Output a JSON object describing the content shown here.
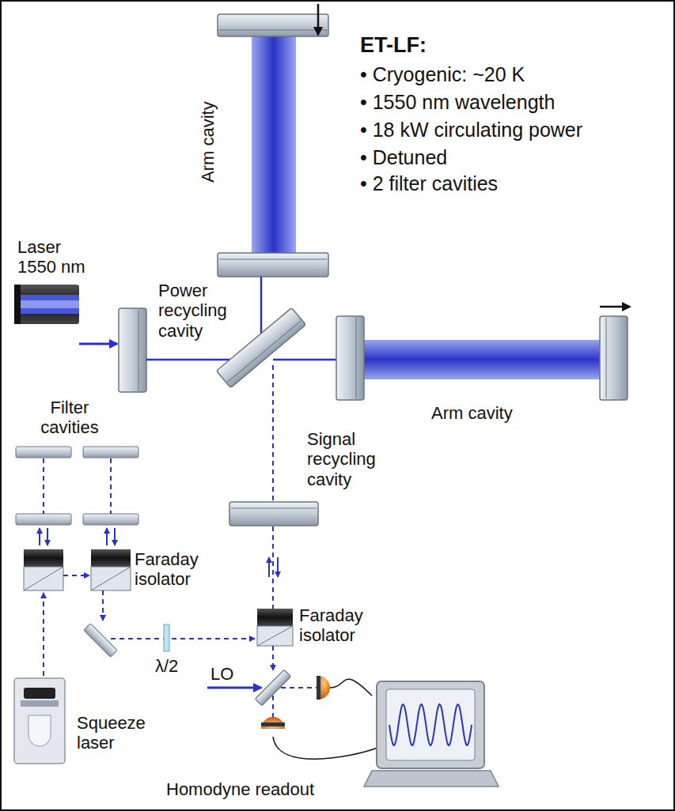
{
  "diagram": {
    "title": "ET-LF:",
    "labels": [
      "• Cryogenic: ~20 K",
      "• 1550 nm wavelength",
      "• 18 kW circulating power",
      "• Detuned",
      "• 2 filter cavities",
      "Arm cavity",
      "Laser 1550 nm",
      "Power recycling cavity",
      "Arm cavity",
      "Filter cavities",
      "Signal recycling cavity",
      "Faraday isolator",
      "Faraday isolator",
      "λ/2",
      "LO",
      "Squeeze laser",
      "Homodyne readout"
    ]
  }
}
